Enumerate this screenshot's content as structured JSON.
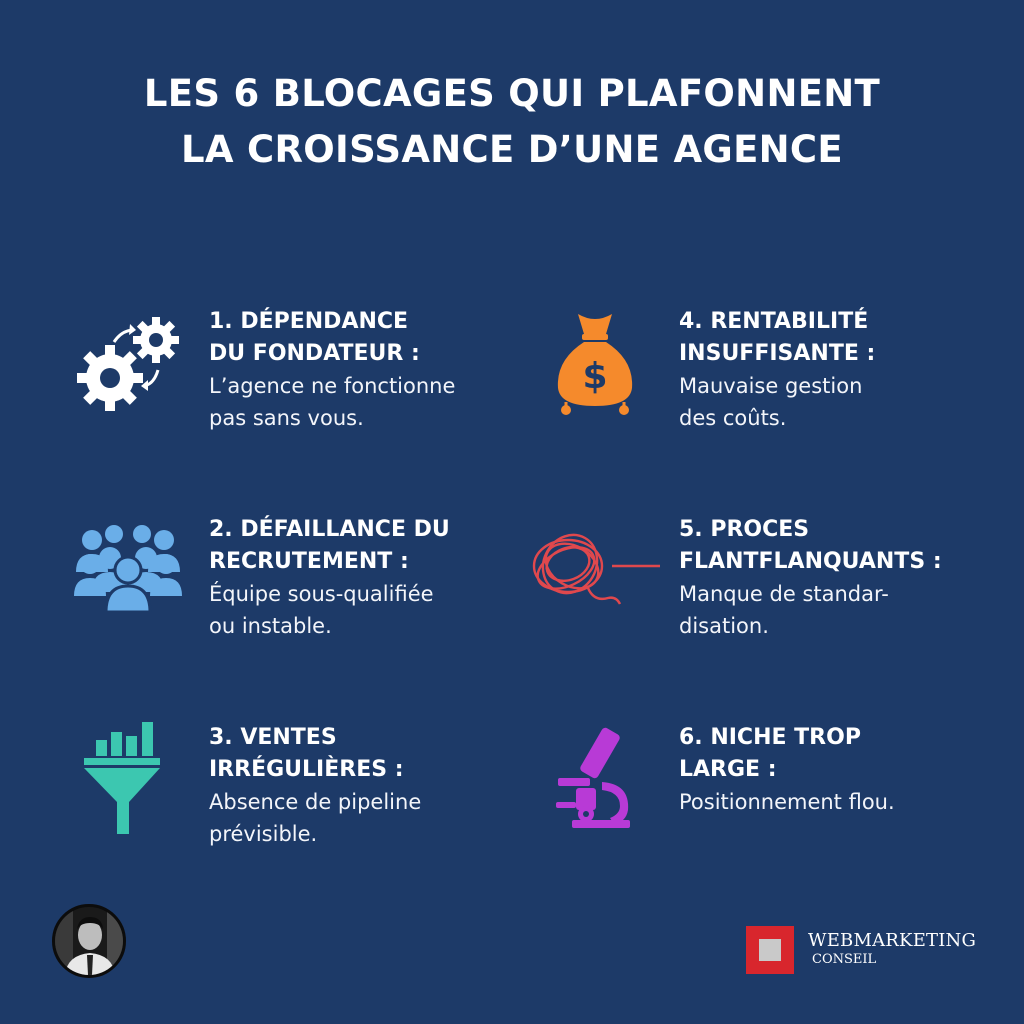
{
  "title": {
    "line1": "LES 6 BLOCAGES QUI PLAFONNENT",
    "line2": "LA CROISSANCE D’UNE AGENCE"
  },
  "items": [
    {
      "heading": "1. DÉPENDANCE\nDU FONDATEUR :",
      "desc": "L’agence ne fonctionne\npas sans vous.",
      "icon": "gears-icon",
      "color": "#ffffff"
    },
    {
      "heading": "2. DÉFAILLANCE DU\nRECRUTEMENT :",
      "desc": "Équipe sous-qualifiée\nou instable.",
      "icon": "team-icon",
      "color": "#6aaee8"
    },
    {
      "heading": "3. VENTES\nIRRÉGULIÈRES :",
      "desc": "Absence de pipeline\nprévisible.",
      "icon": "funnel-chart-icon",
      "color": "#3cc7b0"
    },
    {
      "heading": "4. RENTABILITÉ\nINSUFFISANTE :",
      "desc": "Mauvaise gestion\ndes coûts.",
      "icon": "money-bag-icon",
      "color": "#f58a2c"
    },
    {
      "heading": "5. PROCES\nFLANTFLANQUANTS :",
      "desc": "Manque de standar-\ndisation.",
      "icon": "tangled-thread-icon",
      "color": "#e0484d"
    },
    {
      "heading": "6. NICHE TROP\nLARGE :",
      "desc": "Positionnement flou.",
      "icon": "microscope-icon",
      "color": "#b83ad6"
    }
  ],
  "footer": {
    "avatar": "founder-photo",
    "logo_line1": "WEBMARKETING",
    "logo_line2": "CONSEIL",
    "logo_color": "#d8262d"
  }
}
